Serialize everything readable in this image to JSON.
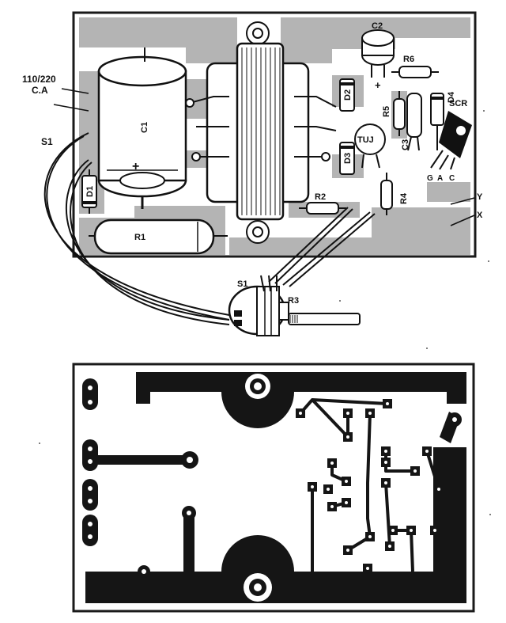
{
  "top_view": {
    "mains_label_line1": "110/220",
    "mains_label_line2": "C.A",
    "switch_wire_label": "S1",
    "components": {
      "c1": "C1",
      "c2": "C2",
      "c3": "C3",
      "r1": "R1",
      "r2": "R2",
      "r3": "R3",
      "r4": "R4",
      "r5": "R5",
      "r6": "R6",
      "d1": "D1",
      "d2": "D2",
      "d3": "D3",
      "d4": "D4",
      "tuj": "TUJ",
      "scr": "SCR",
      "s1_pot": "S1"
    },
    "polarity_mark": "+",
    "scr_pins": [
      "G",
      "A",
      "C"
    ],
    "output_y": "Y",
    "output_x": "X"
  },
  "colors": {
    "copper": "#b4b4b4",
    "trace": "#151515",
    "board_outline": "#1a1a1a",
    "background": "#ffffff"
  }
}
